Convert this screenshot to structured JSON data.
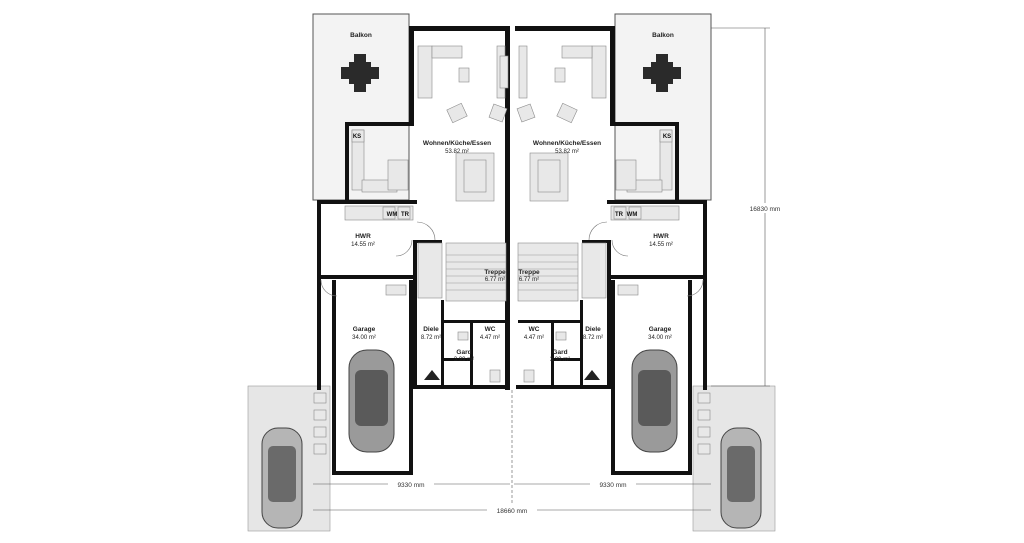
{
  "units": [
    {
      "balkon": {
        "name": "Balkon"
      },
      "wohnen": {
        "name": "Wohnen/Küche/Essen",
        "area": "53.82 m²"
      },
      "hwr": {
        "name": "HWR",
        "area": "14.55 m²"
      },
      "treppe": {
        "name": "Treppe",
        "area": "6.77 m²"
      },
      "garage": {
        "name": "Garage",
        "area": "34.00 m²"
      },
      "diele": {
        "name": "Diele",
        "area": "8.72 m²"
      },
      "wc": {
        "name": "WC",
        "area": "4.47 m²"
      },
      "gard": {
        "name": "Gard",
        "area": "3.99 m²"
      },
      "ks": "KS",
      "wm": "WM",
      "tr": "TR"
    },
    {
      "balkon": {
        "name": "Balkon"
      },
      "wohnen": {
        "name": "Wohnen/Küche/Essen",
        "area": "53.82 m²"
      },
      "hwr": {
        "name": "HWR",
        "area": "14.55 m²"
      },
      "treppe": {
        "name": "Treppe",
        "area": "6.77 m²"
      },
      "garage": {
        "name": "Garage",
        "area": "34.00 m²"
      },
      "diele": {
        "name": "Diele",
        "area": "8.72 m²"
      },
      "wc": {
        "name": "WC",
        "area": "4.47 m²"
      },
      "gard": {
        "name": "Gard",
        "area": "3.99 m²"
      },
      "ks": "KS",
      "wm": "WM",
      "tr": "TR"
    }
  ],
  "dimensions": {
    "unit_width_left": "9330 mm",
    "unit_width_right": "9330 mm",
    "total_width": "18660 mm",
    "depth": "16830 mm"
  },
  "colors": {
    "wall": "#111111",
    "furniture": "#e8e8e8",
    "paving": "#e6e6e6"
  }
}
